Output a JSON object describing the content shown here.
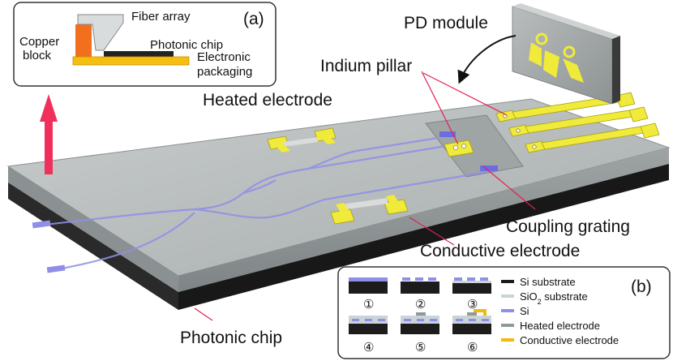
{
  "labels": {
    "pd_module": "PD module",
    "indium_pillar": "Indium pillar",
    "heated_electrode": "Heated electrode",
    "coupling_grating": "Coupling grating",
    "conductive_electrode": "Conductive electrode",
    "photonic_chip": "Photonic chip"
  },
  "inset_a": {
    "tag": "(a)",
    "fiber_array": "Fiber array",
    "photonic_chip": "Photonic chip",
    "copper_line1": "Copper",
    "copper_line2": "block",
    "pack_line1": "Electronic",
    "pack_line2": "packaging"
  },
  "inset_b": {
    "tag": "(b)",
    "steps": [
      "①",
      "②",
      "③",
      "④",
      "⑤",
      "⑥"
    ],
    "legend": {
      "si_substrate": "Si substrate",
      "sio2_base": "SiO",
      "sio2_sub": "2",
      "sio2_rest": " substrate",
      "si": "Si",
      "heated_electrode": "Heated electrode",
      "conductive_electrode": "Conductive electrode"
    }
  },
  "colors": {
    "si_substrate": "#1c1c1c",
    "sio2": "#c9d3d8",
    "si": "#8f8fe8",
    "heated_electrode": "#8e9a96",
    "conductive_electrode": "#f2b90c",
    "electrode_yellow": "#f0ea3a",
    "copper": "#f26f1e",
    "arrow_red": "#f0305a"
  }
}
